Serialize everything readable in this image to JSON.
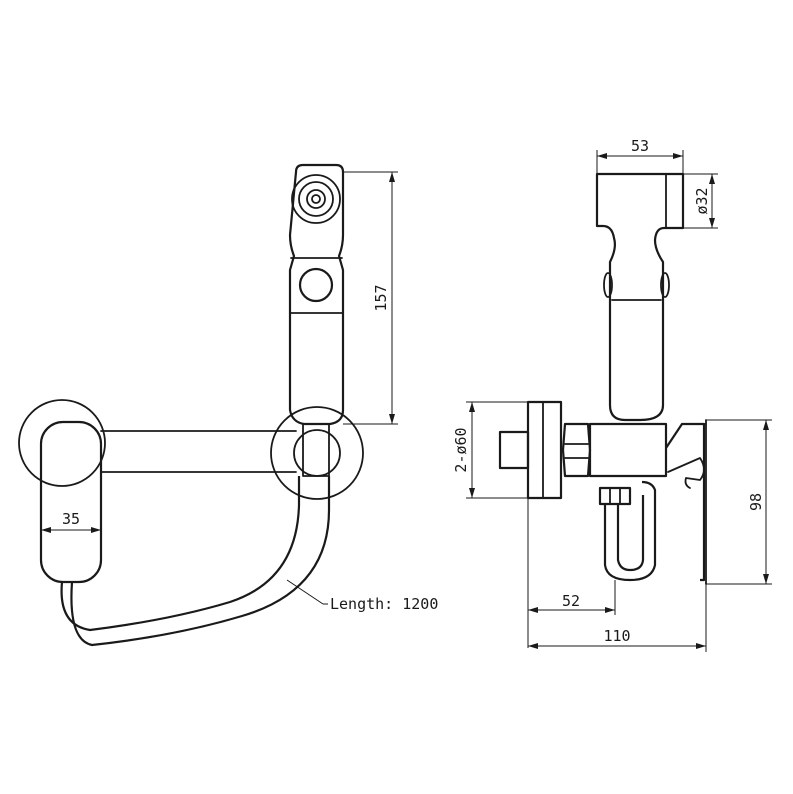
{
  "dimensions": {
    "spray_height": "157",
    "holder_width": "35",
    "hose_length": "Length: 1200",
    "head_length": "53",
    "head_diameter": "ø32",
    "flange_diameter": "2-ø60",
    "inlet_offset": "52",
    "total_depth": "110",
    "bracket_height": "98"
  }
}
